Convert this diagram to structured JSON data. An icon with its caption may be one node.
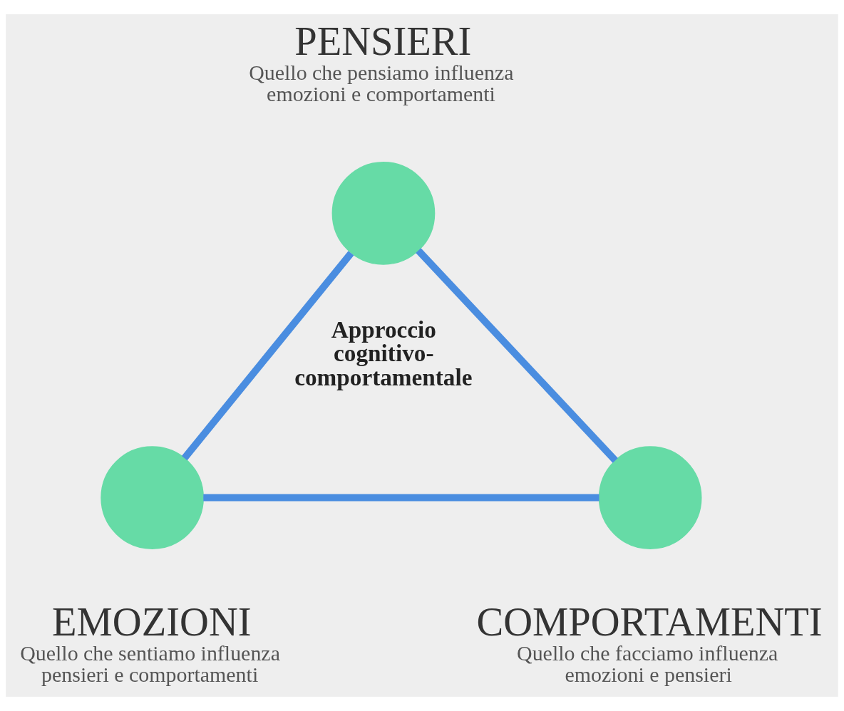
{
  "diagram": {
    "nodes": [
      {
        "text": [],
        "shape": "circle",
        "beside": [
          "PENSIERI",
          "Quello che pensiamo influenza emozioni e comportamenti"
        ]
      },
      {
        "text": [],
        "shape": "circle",
        "beside": [
          "EMOZIONI",
          "Quello che sentiamo influenza pensieri e comportamenti"
        ]
      },
      {
        "text": [],
        "shape": "circle",
        "beside": [
          "COMPORTAMENTI",
          "Quello che facciamo influenza emozioni e pensieri"
        ]
      }
    ],
    "edges": [
      {
        "from": 0,
        "to": 1,
        "arrow": "none"
      },
      {
        "from": 1,
        "to": 2,
        "arrow": "none"
      },
      {
        "from": 2,
        "to": 0,
        "arrow": "none"
      }
    ],
    "labels": [
      "Approccio cognitivo-comportamentale"
    ]
  }
}
